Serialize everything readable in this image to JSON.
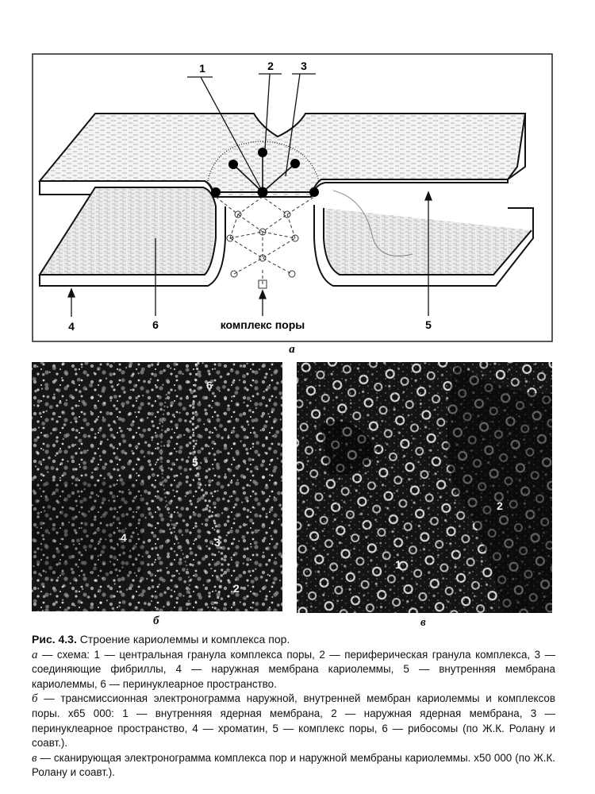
{
  "figure": {
    "panel_a": {
      "callouts": [
        "1",
        "2",
        "3",
        "4",
        "6",
        "5"
      ],
      "pore_label": "комплекс поры",
      "letter": "а"
    },
    "panel_b": {
      "letter": "б",
      "labels": [
        "6",
        "5",
        "4",
        "3",
        "2"
      ]
    },
    "panel_v": {
      "letter": "в",
      "labels": [
        "2",
        "1"
      ]
    }
  },
  "caption": {
    "fig_number": "Рис. 4.3.",
    "fig_title": "Строение кариолеммы и комплекса пор.",
    "a_letter": "а",
    "a_text": "— схема: 1 — центральная гранула комплекса поры, 2 — периферическая гранула комплекса, 3 — соединяющие фибриллы, 4 — наружная мембрана кариолеммы, 5 — внутренняя мембрана кариолеммы, 6 — перинуклеарное пространство.",
    "b_letter": "б",
    "b_text": "— трансмиссионная электронограмма наружной, внутренней мембран кариолеммы и комплексов поры. х65 000: 1 — внутренняя ядерная мембрана, 2 — наружная ядерная мембрана, 3 — перинуклеарное пространство, 4 — хроматин, 5 — комплекс поры, 6 — рибосомы (по Ж.К. Ролану и соавт.).",
    "v_letter": "в",
    "v_text": "— сканирующая электронограмма комплекса пор и наружной мембраны кариолеммы. х50 000 (по Ж.К. Ролану и соавт.)."
  }
}
